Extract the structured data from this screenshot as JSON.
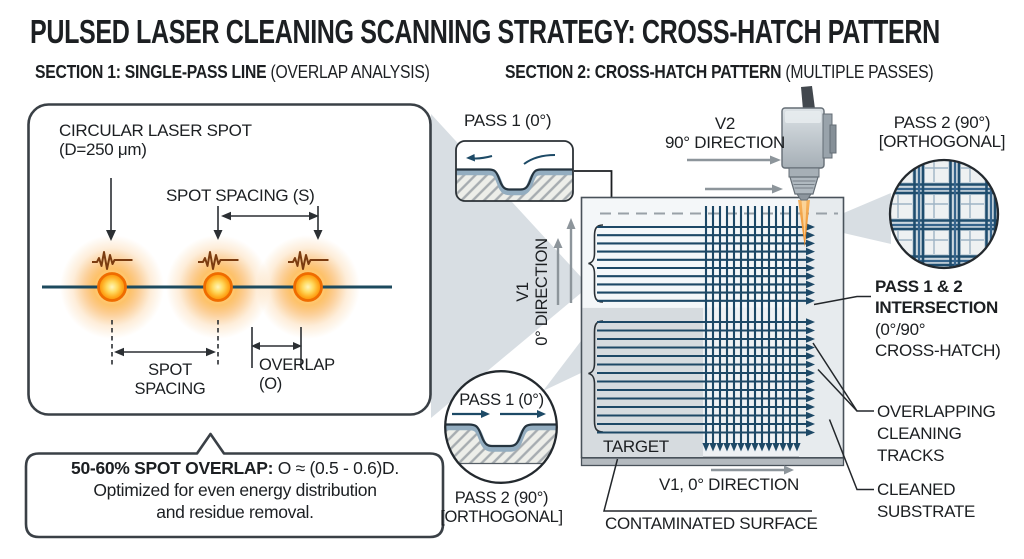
{
  "title": "PULSED LASER CLEANING SCANNING STRATEGY: CROSS-HATCH PATTERN",
  "colors": {
    "navy_track": "#1d4866",
    "glow_orange": "#f9a43b",
    "beam_orange": "#ee8418",
    "arrow_gray": "#8d959b",
    "target_gray": "#d6dbdf",
    "substrate_gray": "#eef1f4"
  },
  "section1": {
    "heading_bold": "SECTION 1: SINGLE-PASS LINE",
    "heading_rest": " (OVERLAP ANALYSIS)",
    "spot_label": {
      "line1": "CIRCULAR LASER SPOT",
      "line2": "(D=250 μm)"
    },
    "spot_spacing_top": "SPOT SPACING (S)",
    "spot_spacing_bottom": {
      "line1": "SPOT",
      "line2": "SPACING"
    },
    "overlap": {
      "line1": "OVERLAP",
      "line2": "(O)"
    },
    "callout": {
      "lead": "50-60% SPOT OVERLAP:",
      "lead_rest": " O ≈ (0.5 - 0.6)D.",
      "line2": "Optimized for even energy distribution",
      "line3": "and residue removal."
    }
  },
  "section2": {
    "heading_bold": "SECTION 2: CROSS-HATCH PATTERN",
    "heading_rest": " (MULTIPLE PASSES)",
    "pass1_inset": "PASS 1 (0°)",
    "v2": {
      "line1": "V2",
      "line2": "90° DIRECTION"
    },
    "pass2_top": {
      "line1": "PASS 2 (90°)",
      "line2": "[ORTHOGONAL]"
    },
    "v1": {
      "line1": "V1",
      "line2": "0° DIRECTION"
    },
    "circle_pass1": "PASS 1 (0°)",
    "circle_pass2": {
      "line1": "PASS 2 (90°)",
      "line2": "[ORTHOGONAL]"
    },
    "intersection": {
      "line1": "PASS 1 & 2",
      "line2": "INTERSECTION",
      "line3": "(0°/90°",
      "line4": "CROSS-HATCH)"
    },
    "overlapping": {
      "line1": "OVERLAPPING",
      "line2": "CLEANING",
      "line3": "TRACKS"
    },
    "cleaned": {
      "line1": "CLEANED",
      "line2": "SUBSTRATE"
    },
    "target": "TARGET",
    "v1_bottom": "V1, 0° DIRECTION",
    "contaminated": "CONTAMINATED SURFACE"
  }
}
